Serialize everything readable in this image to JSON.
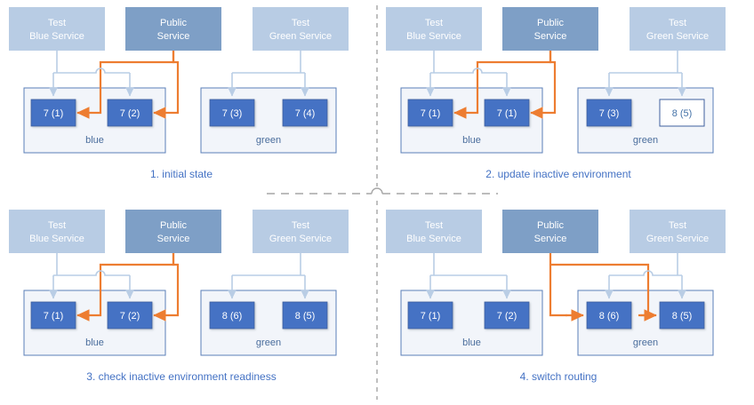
{
  "diagram": {
    "title_present": false,
    "colors": {
      "service_test": "#b8cce4",
      "service_public": "#7e9fc6",
      "instance_active_fill": "#4472c4",
      "instance_active_text": "#ffffff",
      "instance_inactive_fill": "#ffffff",
      "instance_inactive_text": "#4472a8",
      "instance_border": "#3f5f9e",
      "env_fill": "#f2f5fa",
      "env_border": "#5b7fb8",
      "routing_orange": "#ed7d31",
      "routing_blue": "#b9cde5",
      "label_blue": "#4472c4",
      "divider_gray": "#a6a6a6",
      "env_text": "#4a6d9c"
    },
    "services": {
      "test_blue": "Test\nBlue Service",
      "test_blue_line1": "Test",
      "test_blue_line2": "Blue Service",
      "public_line1": "Public",
      "public_line2": "Service",
      "test_green_line1": "Test",
      "test_green_line2": "Green Service"
    },
    "environments": {
      "blue": "blue",
      "green": "green"
    },
    "panels": [
      {
        "id": "panel-1",
        "step_number": "1.",
        "step_label": "1. initial state",
        "blue_env": {
          "name": "blue",
          "instances": [
            {
              "label": "7 (1)",
              "state": "active",
              "public_routed": true
            },
            {
              "label": "7 (2)",
              "state": "active",
              "public_routed": true
            }
          ]
        },
        "green_env": {
          "name": "green",
          "instances": [
            {
              "label": "7 (3)",
              "state": "active",
              "public_routed": false
            },
            {
              "label": "7 (4)",
              "state": "active",
              "public_routed": false
            }
          ]
        },
        "public_routes_to": "blue",
        "test_blue_routes": true,
        "test_green_routes": true
      },
      {
        "id": "panel-2",
        "step_number": "2.",
        "step_label": "2. update inactive environment",
        "blue_env": {
          "name": "blue",
          "instances": [
            {
              "label": "7 (1)",
              "state": "active",
              "public_routed": true
            },
            {
              "label": "7 (1)",
              "state": "active",
              "public_routed": true
            }
          ]
        },
        "green_env": {
          "name": "green",
          "instances": [
            {
              "label": "7 (3)",
              "state": "active",
              "public_routed": false
            },
            {
              "label": "8 (5)",
              "state": "inactive",
              "public_routed": false
            }
          ]
        },
        "public_routes_to": "blue",
        "test_blue_routes": true,
        "test_green_routes": true
      },
      {
        "id": "panel-3",
        "step_number": "3.",
        "step_label": "3. check inactive environment readiness",
        "blue_env": {
          "name": "blue",
          "instances": [
            {
              "label": "7 (1)",
              "state": "active",
              "public_routed": true
            },
            {
              "label": "7 (2)",
              "state": "active",
              "public_routed": true
            }
          ]
        },
        "green_env": {
          "name": "green",
          "instances": [
            {
              "label": "8 (6)",
              "state": "active",
              "public_routed": false
            },
            {
              "label": "8 (5)",
              "state": "active",
              "public_routed": false
            }
          ]
        },
        "public_routes_to": "blue",
        "test_blue_routes": true,
        "test_green_routes": true
      },
      {
        "id": "panel-4",
        "step_number": "4.",
        "step_label": "4. switch routing",
        "blue_env": {
          "name": "blue",
          "instances": [
            {
              "label": "7 (1)",
              "state": "active",
              "public_routed": false
            },
            {
              "label": "7 (2)",
              "state": "active",
              "public_routed": false
            }
          ]
        },
        "green_env": {
          "name": "green",
          "instances": [
            {
              "label": "8 (6)",
              "state": "active",
              "public_routed": true
            },
            {
              "label": "8 (5)",
              "state": "active",
              "public_routed": true
            }
          ]
        },
        "public_routes_to": "green",
        "test_blue_routes": true,
        "test_green_routes": true
      }
    ]
  }
}
